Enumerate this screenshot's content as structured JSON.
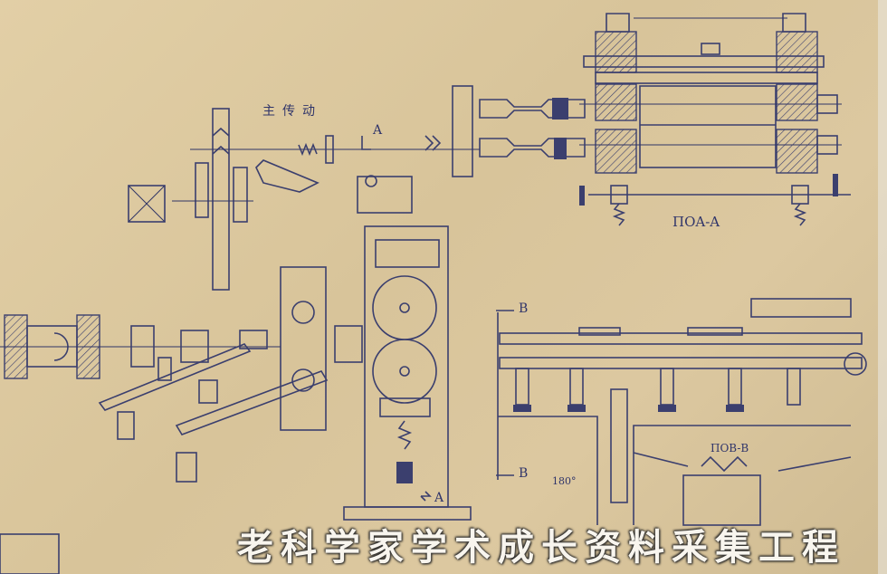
{
  "drawing": {
    "title_main_drive": "主传动",
    "section_aa": "ΠOA-A",
    "section_bb": "ΠOB-B",
    "marker_a_top": "A",
    "marker_a_bottom": "A",
    "marker_b_top": "B",
    "marker_b_bottom": "B",
    "angle_note": "180°"
  },
  "watermark": "老科学家学术成长资料采集工程"
}
